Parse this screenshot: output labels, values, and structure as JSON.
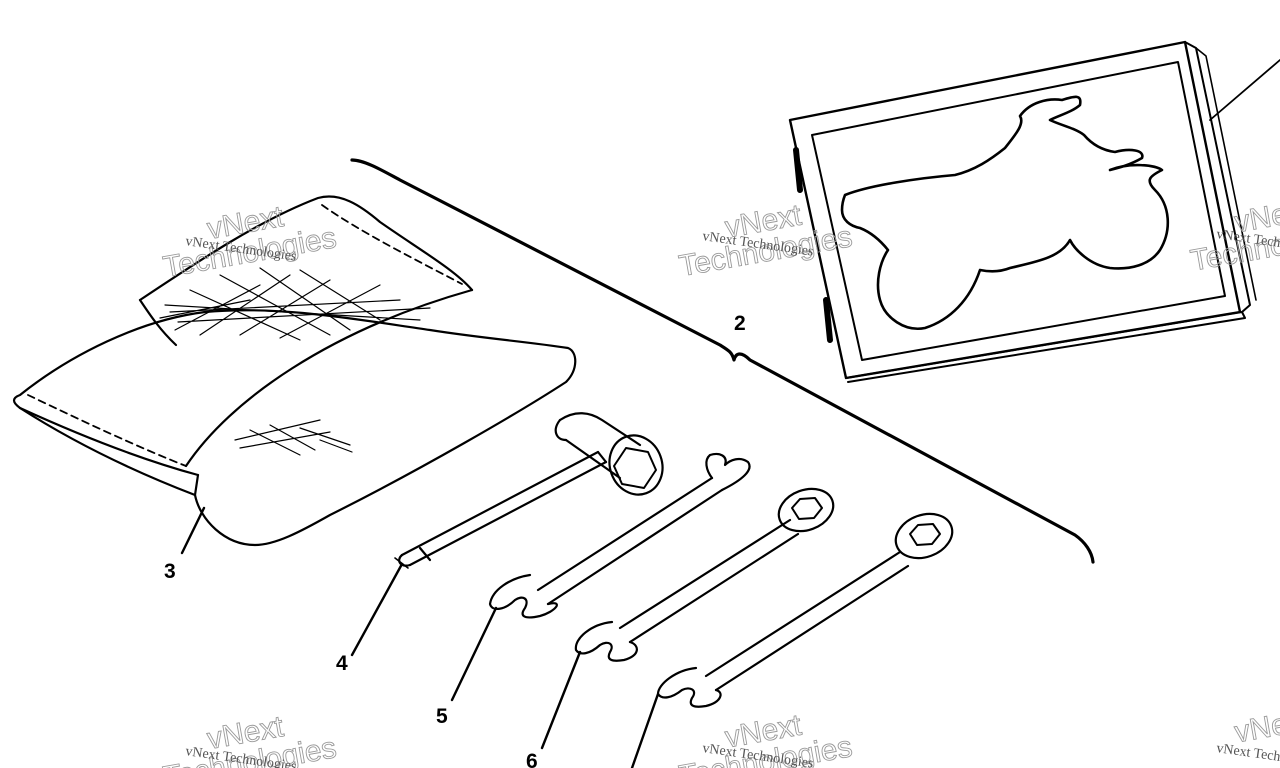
{
  "callouts": [
    "2",
    "3",
    "4",
    "5",
    "6"
  ],
  "watermark": {
    "line1": "vNext Technologies",
    "big_top": "vNext",
    "big_bottom": "Technologies"
  }
}
